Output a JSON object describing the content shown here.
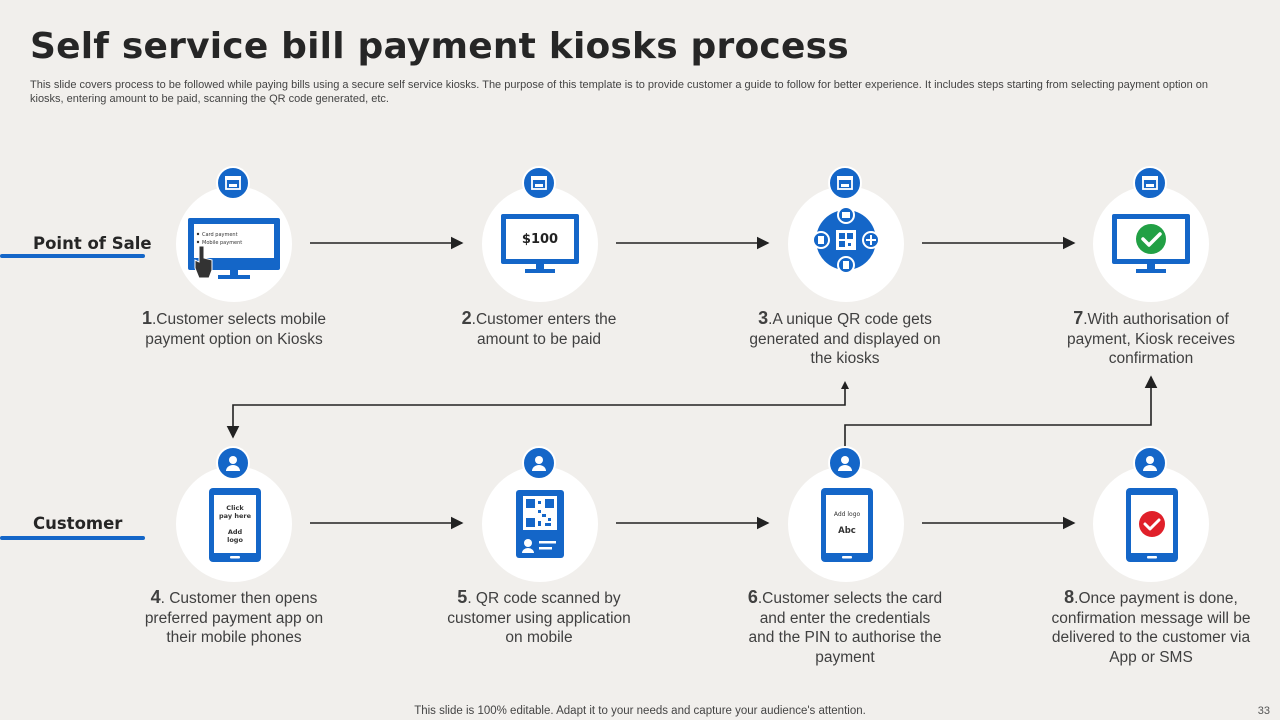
{
  "title": "Self service bill payment kiosks process",
  "subtitle": "This slide covers process to be followed while paying bills using a secure self service kiosks. The purpose of this template is to provide customer a guide to follow for better experience. It includes steps starting from selecting payment option on kiosks, entering amount to be paid, scanning the QR code generated, etc.",
  "lanes": {
    "pos": "Point of Sale",
    "customer": "Customer"
  },
  "steps": {
    "s1": {
      "num": "1",
      "text": ".Customer selects mobile payment option on Kiosks"
    },
    "s2": {
      "num": "2",
      "text": ".Customer enters the amount to be paid"
    },
    "s3": {
      "num": "3",
      "text": ".A unique QR code gets generated and displayed on the kiosks"
    },
    "s7": {
      "num": "7",
      "text": ".With authorisation of payment, Kiosk receives confirmation"
    },
    "s4": {
      "num": "4",
      "text": ". Customer then opens preferred payment app on their mobile phones"
    },
    "s5": {
      "num": "5",
      "text": ". QR code scanned by customer using application on mobile"
    },
    "s6": {
      "num": "6",
      "text": ".Customer selects the card and enter the credentials and the PIN to authorise the payment"
    },
    "s8": {
      "num": "8",
      "text": ".Once payment is done, confirmation message will be delivered to the customer via App or SMS"
    }
  },
  "icon_text": {
    "card_payment": "Card payment",
    "mobile_payment": "Mobile payment",
    "amount": "$100",
    "click_pay": "Click pay here",
    "add_logo": "Add logo",
    "add_logo_2": "Add logo",
    "abc": "Abc"
  },
  "footer": "This slide is 100% editable. Adapt it to your needs and capture your audience's attention.",
  "page_number": "33",
  "colors": {
    "accent": "#1466c8",
    "background": "#f1efec",
    "success": "#22a045",
    "alert": "#e0202a"
  },
  "icons": {
    "pos_badge": "kiosk-store-icon",
    "customer_badge": "user-icon"
  }
}
